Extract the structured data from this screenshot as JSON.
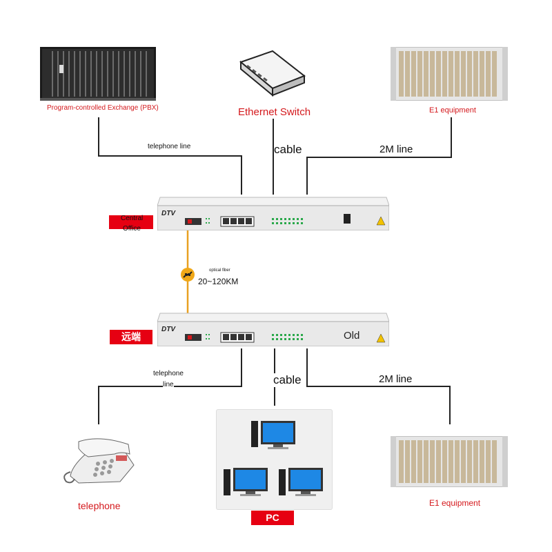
{
  "devices": {
    "pbx_label": "Program-controlled Exchange (PBX)",
    "switch_label": "Ethernet Switch",
    "e1_top_label": "E1 equipment",
    "e1_bottom_label": "E1 equipment",
    "telephone_label": "telephone",
    "pc_label": "PC"
  },
  "links": {
    "top_tel": "telephone line",
    "top_cable": "cable",
    "top_2m": "2M line",
    "fiber_small": "optical fiber",
    "fiber_distance": "20~120KM",
    "bottom_tel_1": "telephone",
    "bottom_tel_2": "line",
    "bottom_cable": "cable",
    "bottom_2m": "2M line"
  },
  "units": {
    "central_office_1": "Central",
    "central_office_2": "Office",
    "remote": "远端",
    "brand": "DTV",
    "remote_text": "Old"
  },
  "colors": {
    "red": "#d4181c",
    "tag_red": "#e60012",
    "fiber": "#e8a020",
    "line": "#222222"
  }
}
